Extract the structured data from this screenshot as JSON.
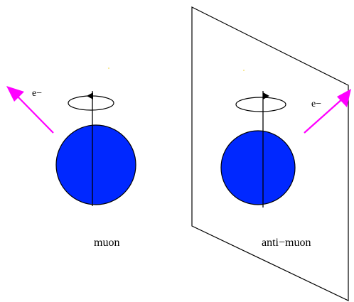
{
  "particles": {
    "left": {
      "name": "muon",
      "electron": "e−"
    },
    "right": {
      "name": "anti−muon",
      "electron": "e−"
    }
  },
  "colors": {
    "sphere_fill": "#0028ff",
    "sphere_stroke": "#000000",
    "arrow": "#ff00ff",
    "line": "#000000",
    "mirror": "#000000",
    "speck": "#f5e27a"
  }
}
